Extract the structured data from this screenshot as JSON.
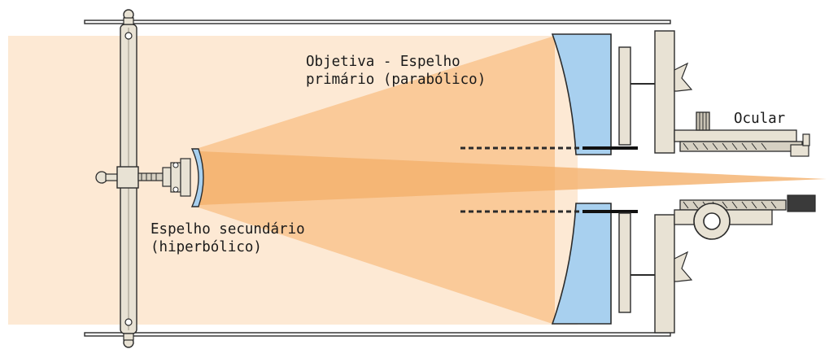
{
  "labels": {
    "primary_line1": "Objetiva - Espelho",
    "primary_line2": "primário (parabólico)",
    "secondary_line1": "Espelho secundário",
    "secondary_line2": "(hiperbólico)",
    "eyepiece": "Ocular"
  },
  "colors": {
    "incoming_light": "#fde9d4",
    "reflected_cone": "#f9c48e",
    "converging_beam": "#f4b06c",
    "mirror_glass": "#a8d0ef",
    "outline": "#2b2b2b",
    "metal": "#e8e2d4"
  },
  "icons": [
    "spider-vane",
    "secondary-mirror-holder",
    "focuser-knob",
    "thumb-screw"
  ]
}
